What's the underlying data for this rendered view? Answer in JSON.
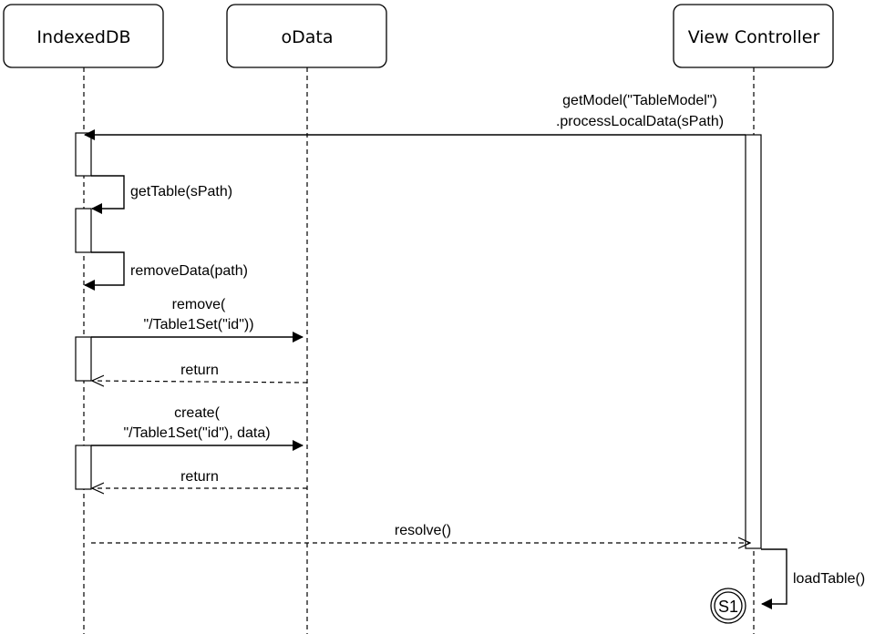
{
  "participants": [
    {
      "id": "idb",
      "label": "IndexedDB"
    },
    {
      "id": "odata",
      "label": "oData"
    },
    {
      "id": "vc",
      "label": "View Controller"
    }
  ],
  "messages": [
    {
      "id": "getmodel",
      "line1": "getModel(\"TableModel\")",
      "line2": ".processLocalData(sPath)",
      "from": "vc",
      "to": "idb",
      "style": "solid"
    },
    {
      "id": "gettable",
      "label": "getTable(sPath)",
      "from": "idb",
      "to": "idb",
      "style": "self"
    },
    {
      "id": "removedata",
      "label": "removeData(path)",
      "from": "idb",
      "to": "idb",
      "style": "self"
    },
    {
      "id": "remove",
      "line1": "remove(",
      "line2": "\"/Table1Set(\"id\"))",
      "from": "idb",
      "to": "odata",
      "style": "solid"
    },
    {
      "id": "return1",
      "label": "return",
      "from": "odata",
      "to": "idb",
      "style": "dashed"
    },
    {
      "id": "create",
      "line1": "create(",
      "line2": "\"/Table1Set(\"id\"), data)",
      "from": "idb",
      "to": "odata",
      "style": "solid"
    },
    {
      "id": "return2",
      "label": "return",
      "from": "odata",
      "to": "idb",
      "style": "dashed"
    },
    {
      "id": "resolve",
      "label": "resolve()",
      "from": "idb",
      "to": "vc",
      "style": "dashed"
    },
    {
      "id": "loadtable",
      "label": "loadTable()",
      "from": "vc",
      "to": "vc",
      "style": "self"
    }
  ],
  "state_marker": {
    "label": "S1"
  }
}
